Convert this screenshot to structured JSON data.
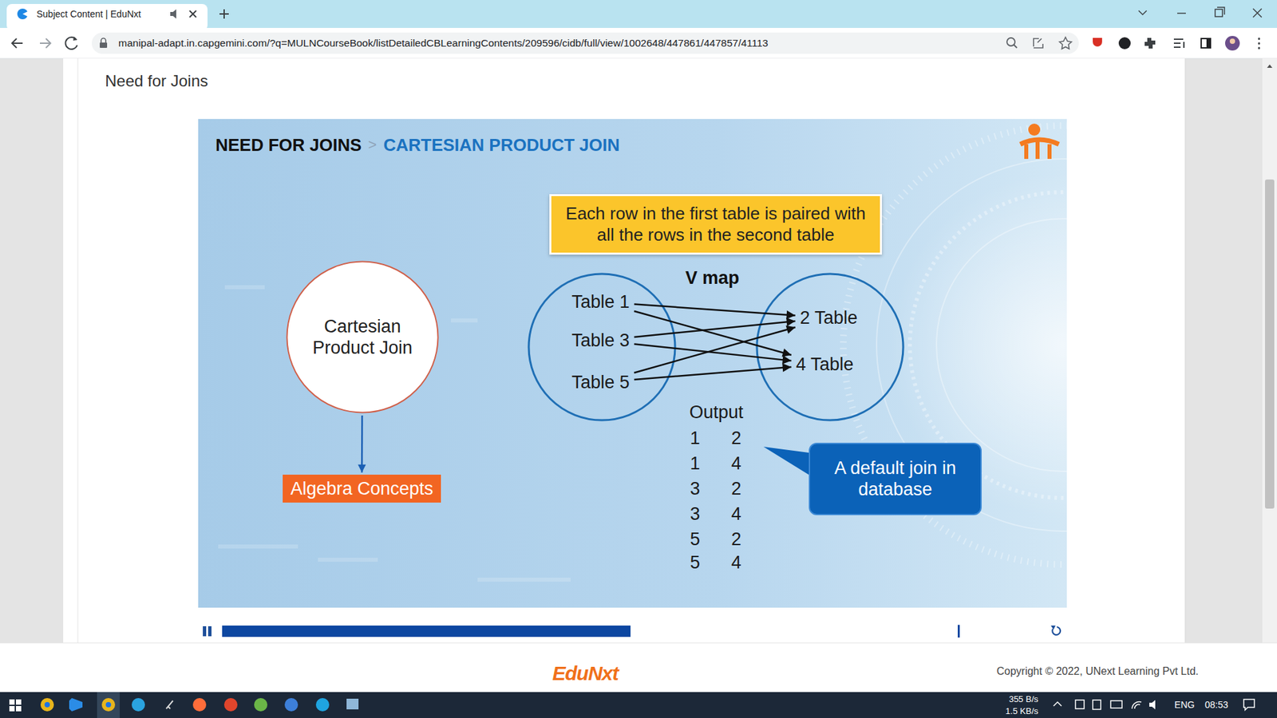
{
  "diagram": {
    "title": "Need for Joins",
    "nodes": [
      {
        "text": [
          "Each row in the first table is paired with all the rows in the second table"
        ]
      },
      {
        "text": [
          "Cartesian Product Join"
        ]
      },
      {
        "text": [
          "Table 1"
        ]
      },
      {
        "text": [
          "Table 3"
        ]
      },
      {
        "text": [
          "Table 5"
        ]
      },
      {
        "text": [
          "2 Table"
        ]
      },
      {
        "text": [
          "4 Table"
        ]
      },
      {
        "text": [
          "A default join in database"
        ]
      },
      {
        "text": [
          "Algebra Concepts"
        ]
      }
    ],
    "edges": [
      {
        "from": 1,
        "to": 8,
        "arrow": "to"
      },
      {
        "from": 2,
        "to": 5,
        "arrow": "to"
      },
      {
        "from": 2,
        "to": 6,
        "arrow": "to"
      },
      {
        "from": 3,
        "to": 5,
        "arrow": "to"
      },
      {
        "from": 3,
        "to": 6,
        "arrow": "to"
      },
      {
        "from": 4,
        "to": 5,
        "arrow": "to"
      },
      {
        "from": 4,
        "to": 6,
        "arrow": "to"
      }
    ],
    "labels": [
      "Subject Content | EduNxt",
      "manipal-adapt.in.capgemini.com/?q=MULNCourseBook/listDetailedCBLearningContents/209596/cidb/full/view/1002648/447861/447857/41113",
      "NEED FOR JOINS",
      ">",
      "CARTESIAN PRODUCT JOIN",
      "V map",
      "Output",
      "1",
      "2",
      "1",
      "4",
      "3",
      "2",
      "3",
      "4",
      "5",
      "2",
      "5",
      "4",
      "EduNxt",
      "Copyright © 2022, UNext Learning Pvt Ltd.",
      "355 B/s",
      "1.5 KB/s",
      "ENG",
      "08:53"
    ]
  }
}
